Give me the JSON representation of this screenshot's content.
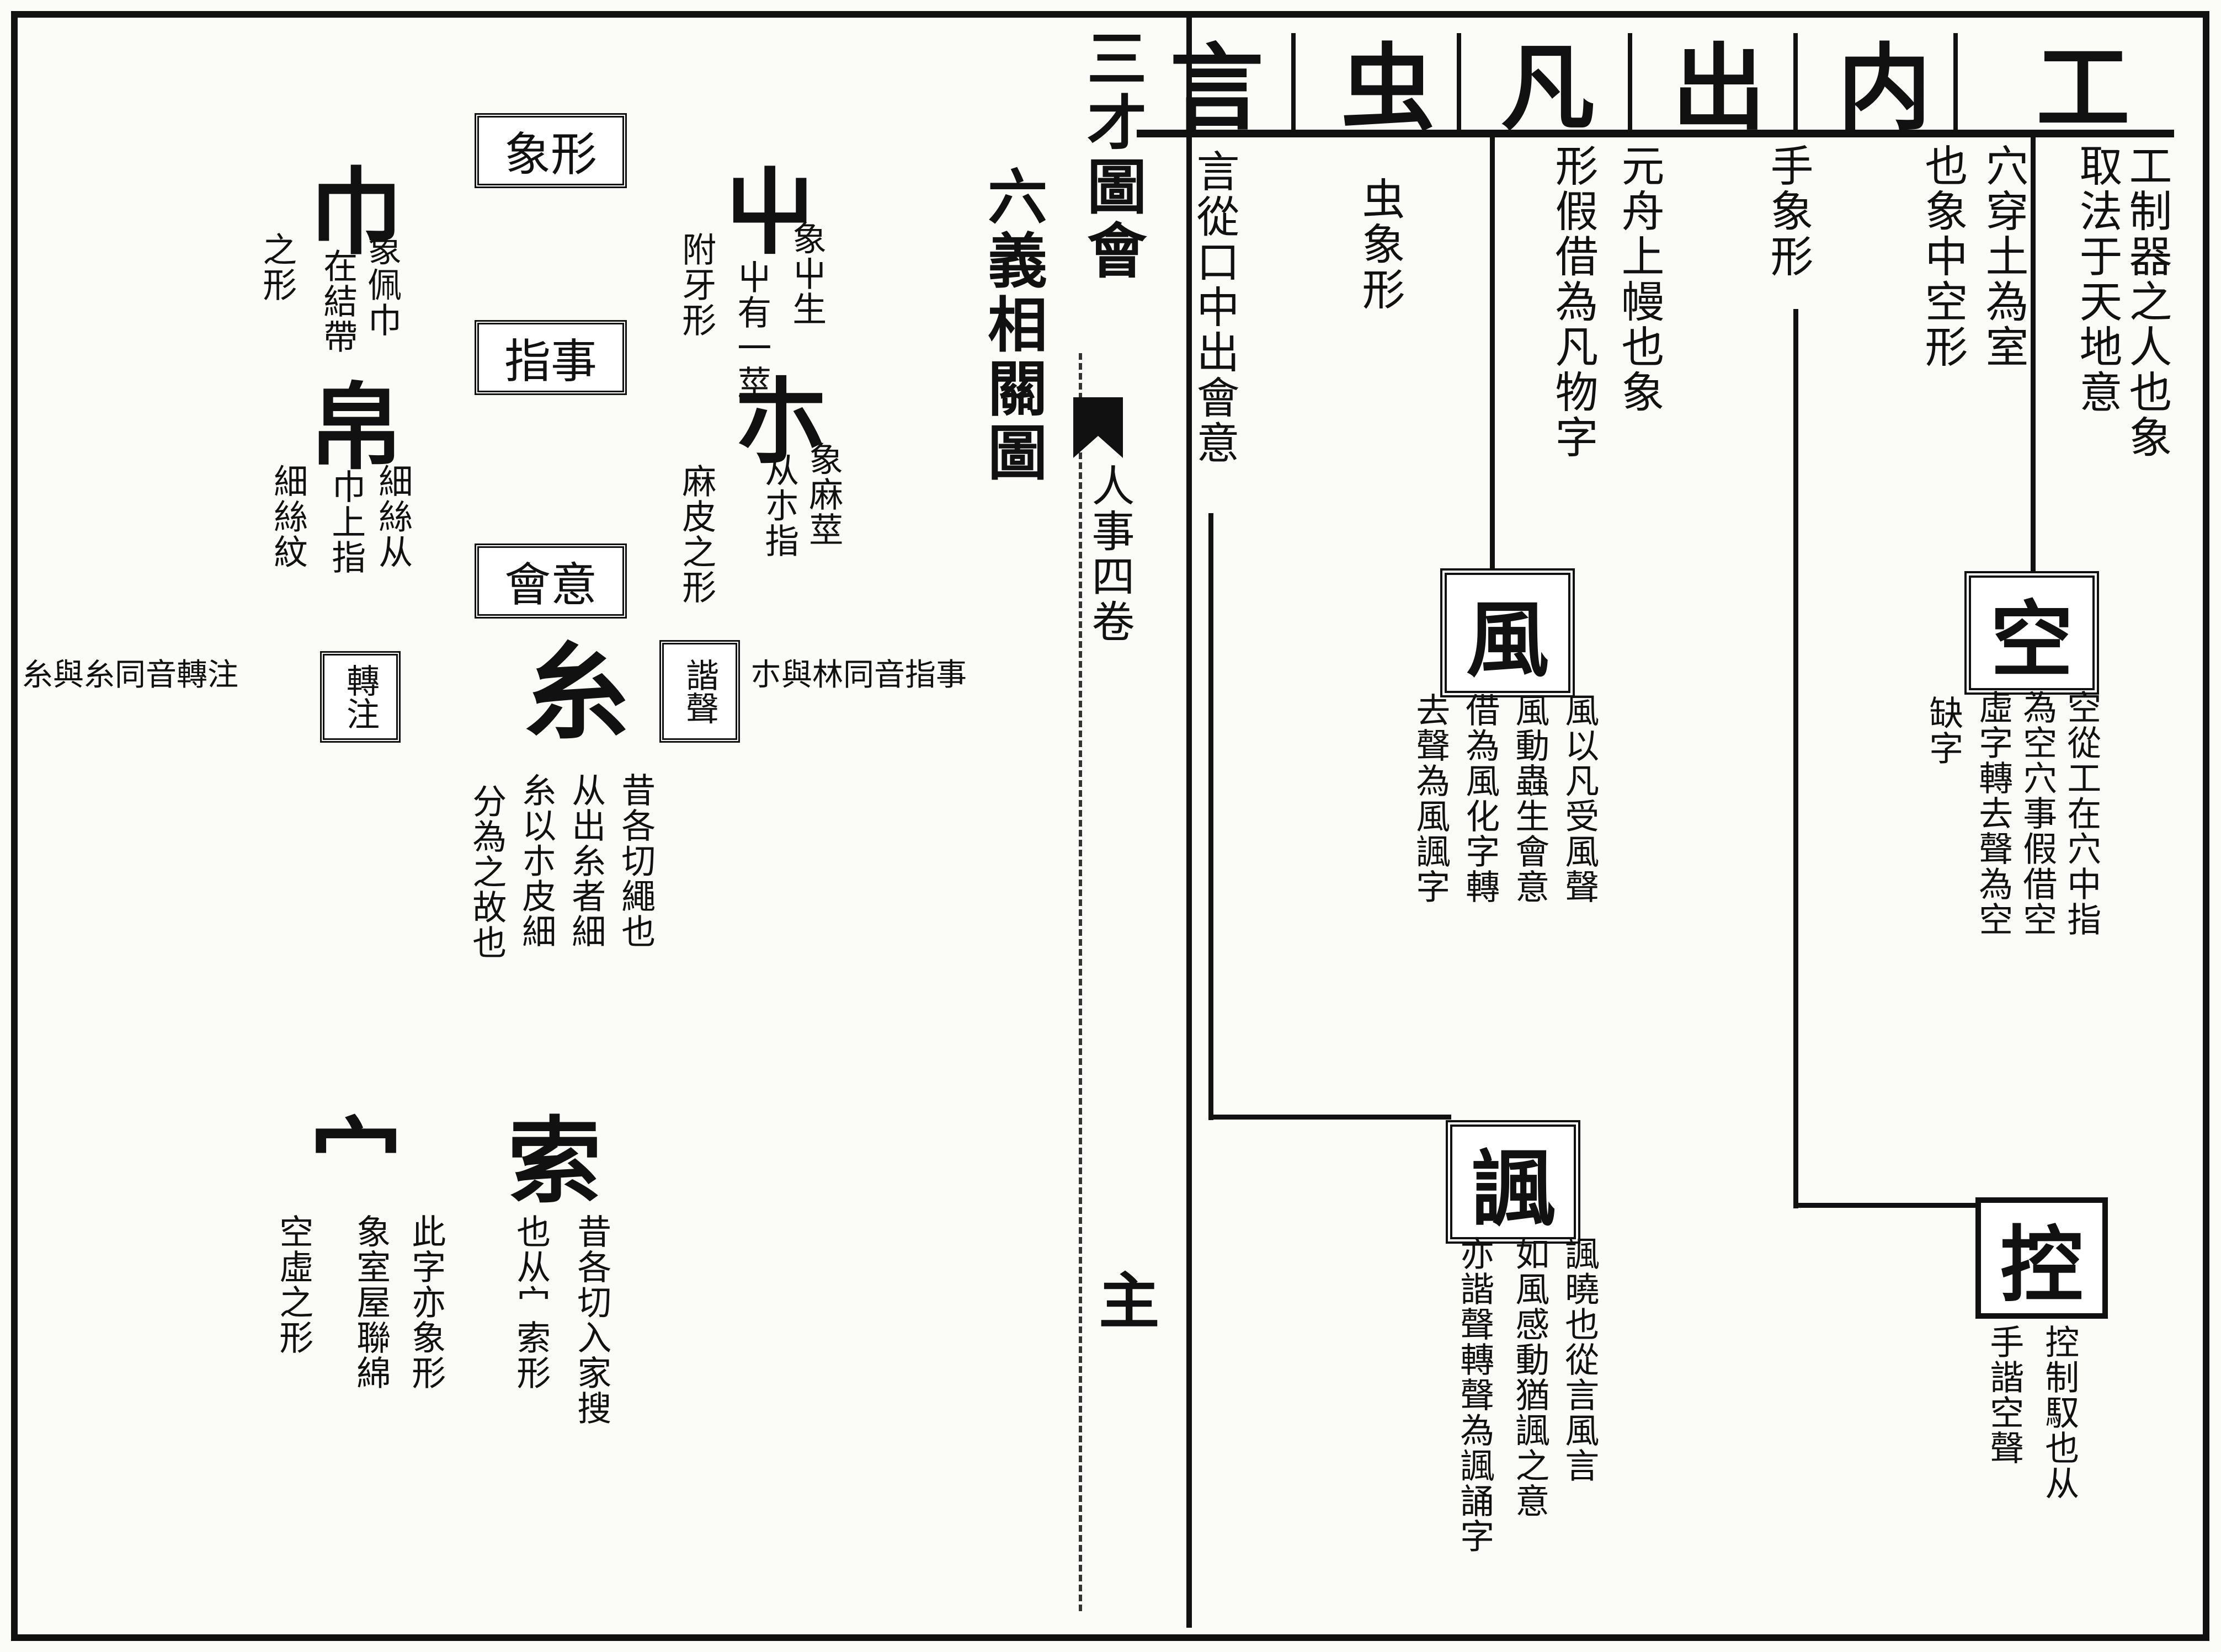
{
  "book": {
    "title": "六義相關圖",
    "source": "三才圖會",
    "volume": "人事四卷",
    "page_number": "主"
  },
  "right_page": {
    "header_glyphs": [
      "工",
      "内",
      "出",
      "凡",
      "虫",
      "言"
    ],
    "columns": {
      "gong_a": "工制器之人也象",
      "gong_b": "取法于天地意",
      "nei_a": "穴穿土為室",
      "nei_b": "也象中空形",
      "chu": "手象形",
      "fan_a": "元舟上幔也象",
      "fan_b": "形假借為凡物字",
      "chong": "虫象形",
      "yan": "言從口中出會意"
    },
    "seals": {
      "kong": "空",
      "kong_note_a": "空從工在穴中指",
      "kong_note_b": "為空穴事假借空",
      "kong_note_c": "虛字轉去聲為空",
      "kong_note_d": "缺字",
      "feng": "風",
      "feng_note_a": "風以凡受風聲",
      "feng_note_b": "風動蟲生會意",
      "feng_note_c": "借為風化字轉",
      "feng_note_d": "去聲為風諷字",
      "feng2": "諷",
      "feng2_note_a": "諷曉也從言風言",
      "feng2_note_b": "如風感動猶諷之意",
      "feng2_note_c": "亦諧聲轉聲為諷誦字",
      "kong2": "控",
      "kong2_note_a": "控制馭也从",
      "kong2_note_b": "手諧空聲"
    }
  },
  "left_page": {
    "tags": [
      "象形",
      "指事",
      "會意",
      "諧聲",
      "轉注"
    ],
    "groups": {
      "jin_char": "巾",
      "jin_a": "象佩巾",
      "jin_b": "在結帶",
      "jin_c": "之形",
      "bo_char": "帛",
      "bo_a": "細絲从",
      "bo_b": "巾上指",
      "bo_c": "細絲紋",
      "che_char": "屮",
      "che_a": "象屮生",
      "che_b": "屮有一莖",
      "che_c": "附牙形",
      "pin_char": "朩",
      "pin_a": "象麻莖",
      "pin_b": "从朩指",
      "pin_c": "麻皮之形",
      "si_char": "糸",
      "si_a": "昔各切繩也",
      "si_b": "从出糸者細",
      "si_c": "糸以朩皮細",
      "si_d": "分為之故也",
      "suo_char": "索",
      "suo_a": "昔各切入家搜",
      "suo_b": "也从宀索形",
      "mian_char": "宀",
      "mian_a": "此字亦象形",
      "mian_b": "象室屋聯綿",
      "mian_c": "空虛之形",
      "left_row": "糸與糸同音轉注",
      "right_row": "朩與林同音指事"
    }
  }
}
